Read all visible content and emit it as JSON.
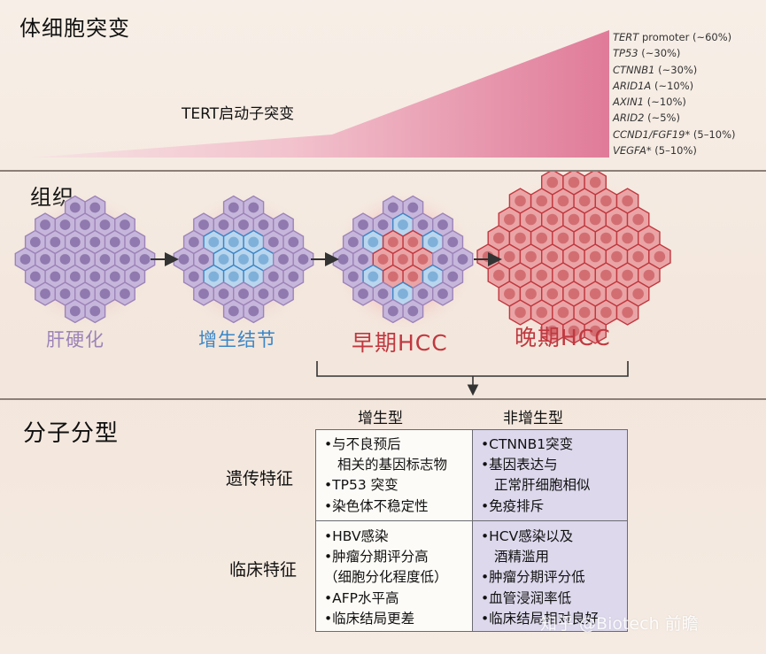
{
  "somatic": {
    "title": "体细胞突变",
    "tert_label": "TERT启动子突变",
    "mutations": [
      {
        "gene": "TERT",
        "suffix": " promoter (~60%)"
      },
      {
        "gene": "TP53",
        "suffix": " (~30%)"
      },
      {
        "gene": "CTNNB1",
        "suffix": " (~30%)"
      },
      {
        "gene": "ARID1A",
        "suffix": " (~10%)"
      },
      {
        "gene": "AXIN1",
        "suffix": " (~10%)"
      },
      {
        "gene": "ARID2",
        "suffix": " (~5%)"
      },
      {
        "gene": "CCND1/FGF19*",
        "suffix": " (5–10%)"
      },
      {
        "gene": "VEGFA*",
        "suffix": " (5–10%)"
      }
    ]
  },
  "tissue": {
    "title": "组织",
    "stages": [
      "肝硬化",
      "增生结节",
      "早期HCC",
      "晚期HCC"
    ]
  },
  "molecular": {
    "title": "分子分型",
    "col_proliferative": "增生型",
    "col_nonproliferative": "非增生型",
    "row_genetic": "遗传特征",
    "row_clinical": "临床特征",
    "genetic_proliferative": [
      "•与不良预后",
      "相关的基因标志物",
      "•TP53 突变",
      "•染色体不稳定性"
    ],
    "genetic_nonproliferative": [
      "•CTNNB1突变",
      "•基因表达与",
      "正常肝细胞相似",
      "•免疫排斥"
    ],
    "clinical_proliferative": [
      "•HBV感染",
      "•肿瘤分期评分高",
      "（细胞分化程度低）",
      "•AFP水平高",
      "•临床结局更差"
    ],
    "clinical_nonproliferative": [
      "•HCV感染以及",
      "酒精滥用",
      "•肿瘤分期评分低",
      "•血管浸润率低",
      "•临床结局相对良好"
    ]
  },
  "watermark": "知乎 @Biotech 前瞻",
  "colors": {
    "wedge": "#e28aa4",
    "cirrhosis": "#9c83b8",
    "nodule": "#3b86c6",
    "hcc": "#c0383f",
    "nonprolif_fill": "#ddd8ec"
  }
}
